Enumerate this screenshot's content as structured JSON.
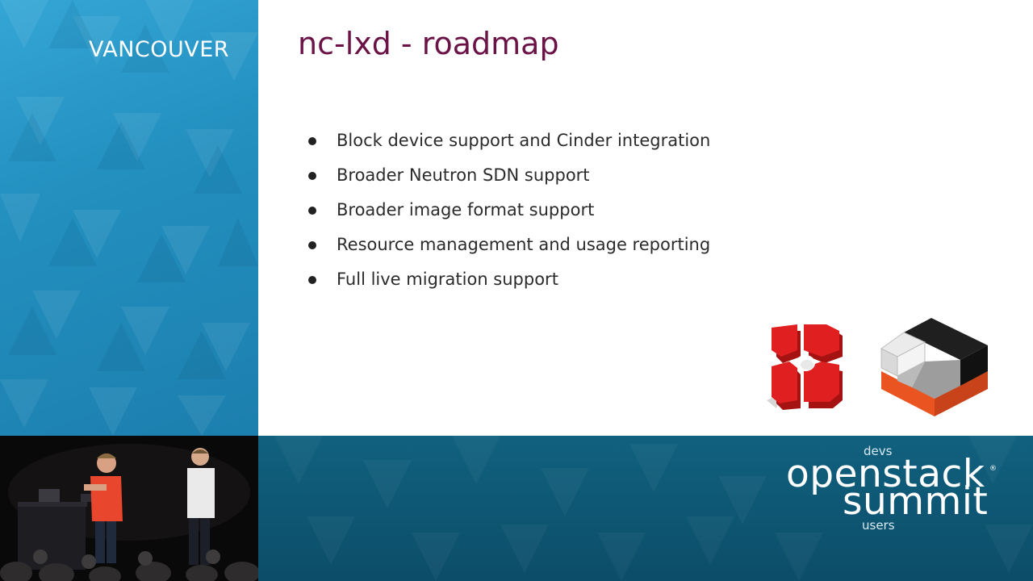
{
  "sidebar": {
    "city": "VANCOUVER"
  },
  "slide": {
    "title": "nc-lxd - roadmap",
    "bullets": [
      "Block device support and Cinder integration",
      "Broader Neutron SDN support",
      "Broader image format support",
      "Resource management and usage reporting",
      "Full live migration support"
    ]
  },
  "branding": {
    "devs": "devs",
    "word1": "openstack",
    "word2": "summit",
    "users": "users",
    "reg": "®"
  },
  "colors": {
    "title": "#6b1346",
    "sidebar": "#2390c0",
    "bottom_bar": "#0f5a77",
    "logo_red": "#e02020",
    "logo_orange": "#e95420"
  }
}
